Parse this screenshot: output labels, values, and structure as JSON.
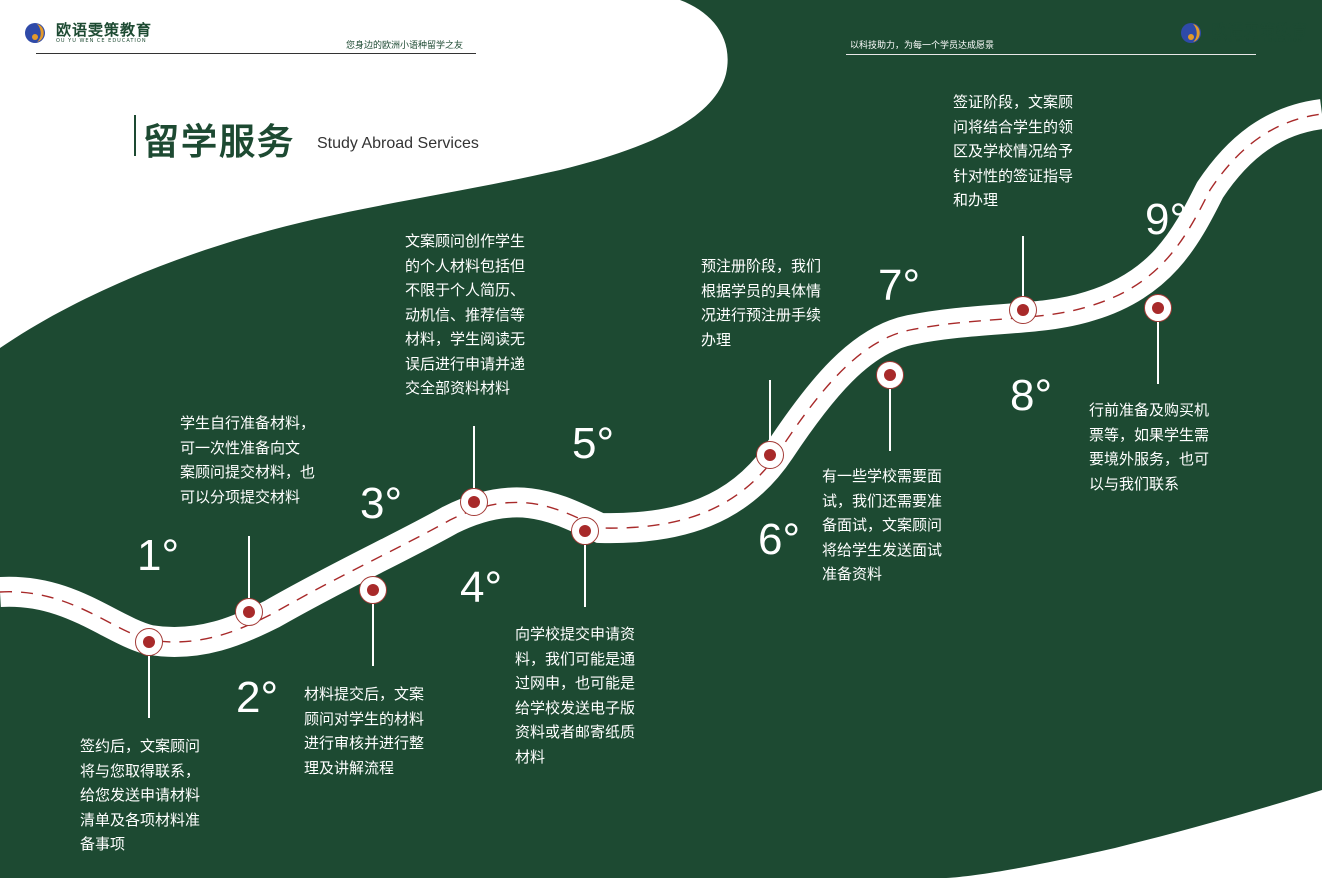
{
  "brand": {
    "name": "欧语雯策教育",
    "sub": "OU YU WEN CE EDUCATION"
  },
  "header": {
    "tagline_left": "您身边的欧洲小语种留学之友",
    "tagline_right": "以科技助力，为每一个学员达成愿景"
  },
  "section": {
    "title": "留学服务",
    "subtitle": "Study Abroad Services"
  },
  "colors": {
    "green": "#1d4a32",
    "road": "#ffffff",
    "dash": "#a82a2a"
  },
  "steps": [
    {
      "num": "1°",
      "text": "签约后，文案顾问将与您取得联系，给您发送申请材料清单及各项材料准备事项"
    },
    {
      "num": "2°",
      "text": "学生自行准备材料，可一次性准备向文案顾问提交材料，也可以分项提交材料"
    },
    {
      "num": "3°",
      "text": "材料提交后，文案顾问对学生的材料进行审核并进行整理及讲解流程"
    },
    {
      "num": "4°",
      "text": "文案顾问创作学生的个人材料包括但不限于个人简历、动机信、推荐信等材料，学生阅读无误后进行申请并递交全部资料材料"
    },
    {
      "num": "5°",
      "text": "向学校提交申请资料，我们可能是通过网申，也可能是给学校发送电子版资料或者邮寄纸质材料"
    },
    {
      "num": "6°",
      "text": "预注册阶段，我们根据学员的具体情况进行预注册手续办理"
    },
    {
      "num": "7°",
      "text": "有一些学校需要面试，我们还需要准备面试，文案顾问将给学生发送面试准备资料"
    },
    {
      "num": "8°",
      "text": "签证阶段，文案顾问将结合学生的领区及学校情况给予针对性的签证指导和办理"
    },
    {
      "num": "9°",
      "text": "行前准备及购买机票等，如果学生需要境外服务，也可以与我们联系"
    }
  ],
  "step_lines": [
    [
      "签约后，文案顾问",
      "将与您取得联系，",
      "给您发送申请材料",
      "清单及各项材料准",
      "备事项"
    ],
    [
      "学生自行准备材料，",
      "可一次性准备向文",
      "案顾问提交材料，也",
      "可以分项提交材料"
    ],
    [
      "材料提交后，文案",
      "顾问对学生的材料",
      "进行审核并进行整",
      "理及讲解流程"
    ],
    [
      "文案顾问创作学生",
      "的个人材料包括但",
      "不限于个人简历、",
      "动机信、推荐信等",
      "材料，学生阅读无",
      "误后进行申请并递",
      "交全部资料材料"
    ],
    [
      "向学校提交申请资",
      "料，我们可能是通",
      "过网申，也可能是",
      "给学校发送电子版",
      "资料或者邮寄纸质",
      "材料"
    ],
    [
      "预注册阶段，我们",
      "根据学员的具体情",
      "况进行预注册手续",
      "办理"
    ],
    [
      "有一些学校需要面",
      "试，我们还需要准",
      "备面试，文案顾问",
      "将给学生发送面试",
      "准备资料"
    ],
    [
      "签证阶段，文案顾",
      "问将结合学生的领",
      "区及学校情况给予",
      "针对性的签证指导",
      "和办理"
    ],
    [
      "行前准备及购买机",
      "票等，如果学生需",
      "要境外服务，也可",
      "以与我们联系"
    ]
  ]
}
